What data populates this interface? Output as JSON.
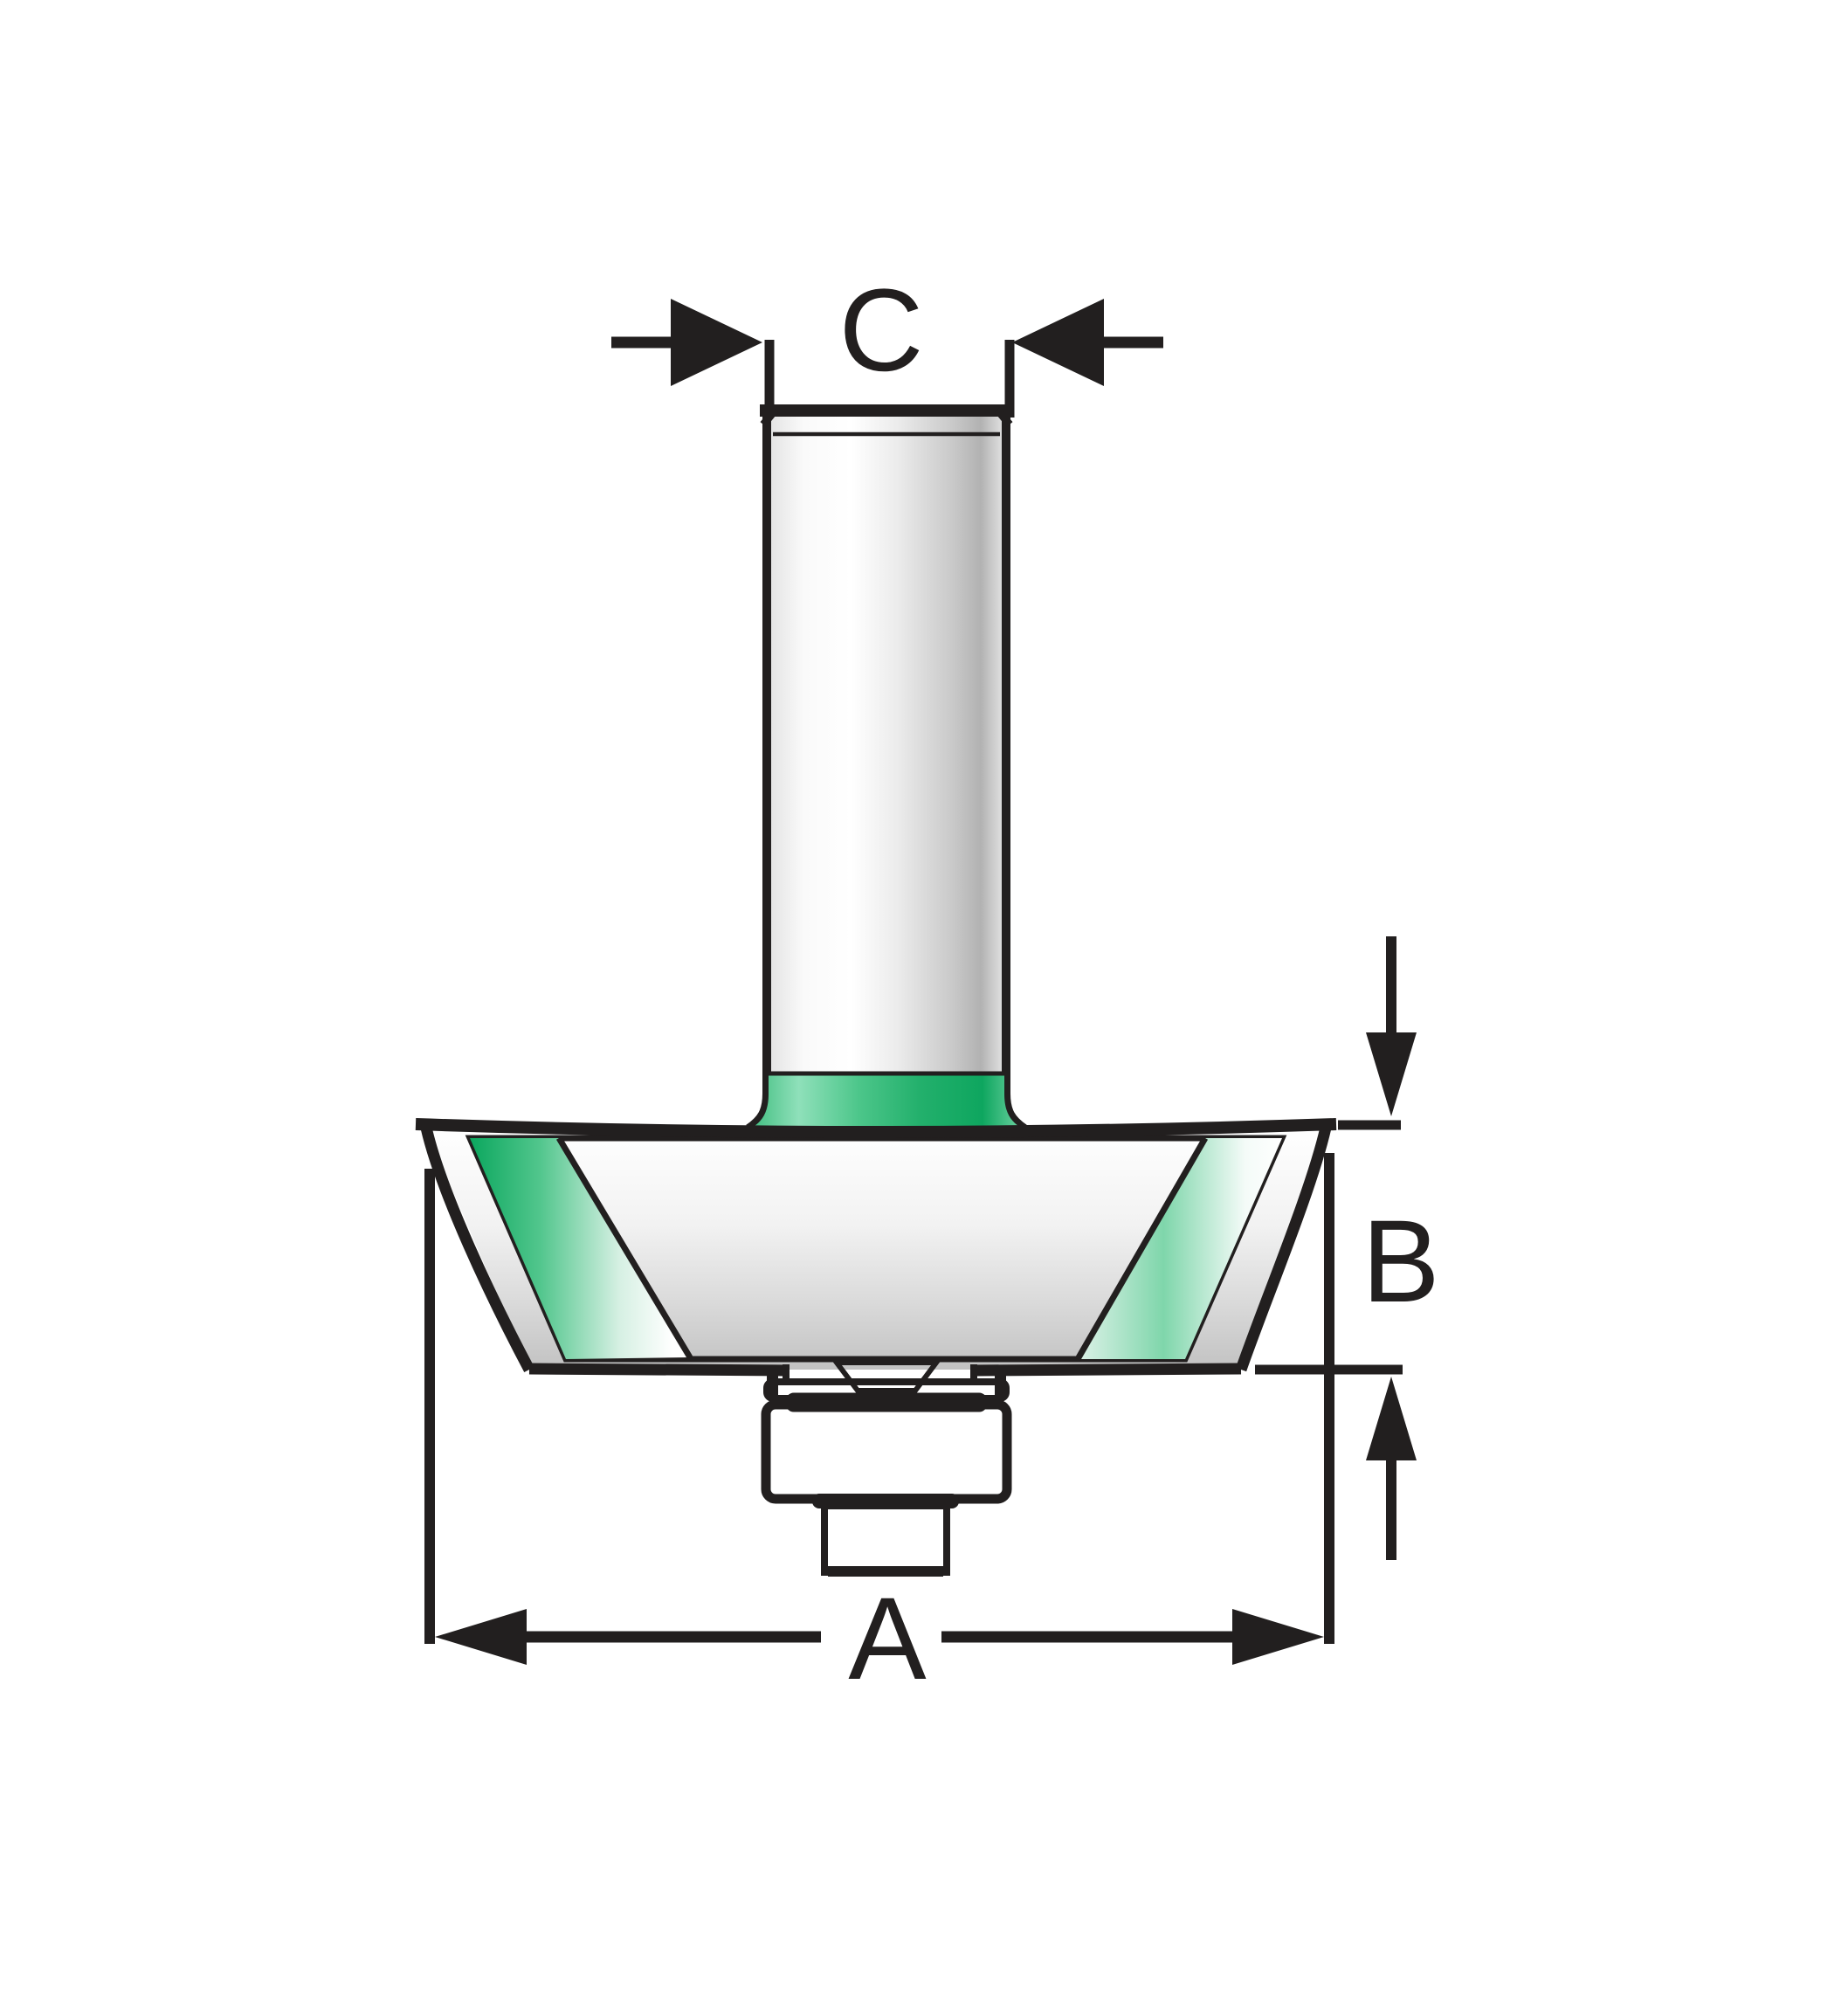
{
  "figure": {
    "kind": "router-bit-dimension-diagram",
    "labels": {
      "top": "C",
      "right": "B",
      "bottom": "A"
    },
    "colors": {
      "line": "#221f1f",
      "green_primary": "#10b367",
      "green_highlight": "#8fe0ba",
      "green_pale": "#ddf2e8",
      "metal_white": "#ffffff",
      "metal_gray": "#bdbdbd",
      "metal_dark": "#6b6b6b",
      "background": "#ffffff"
    }
  }
}
